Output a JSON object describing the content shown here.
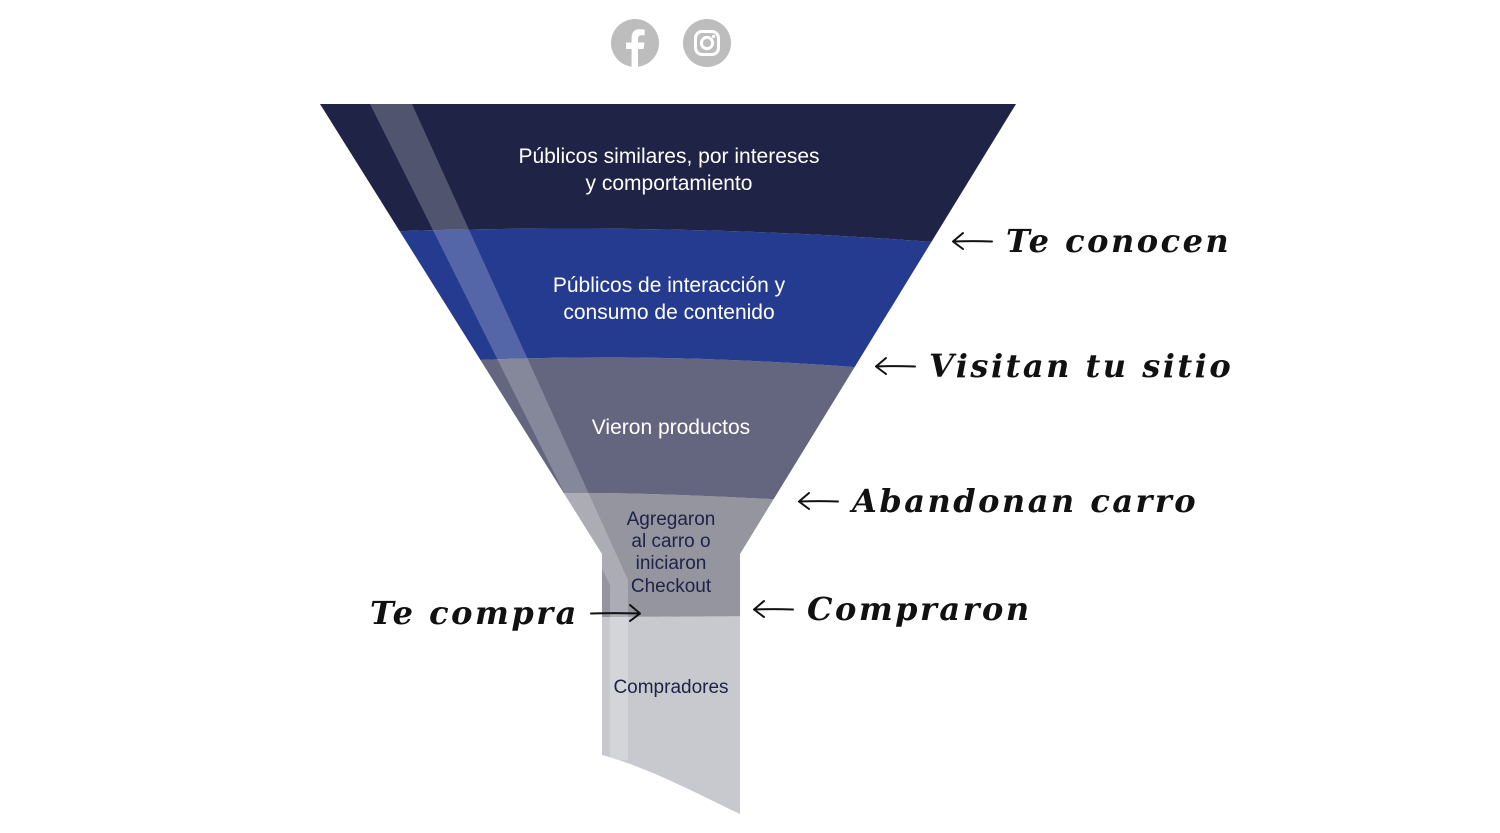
{
  "icons": {
    "social": [
      "facebook-icon",
      "instagram-icon"
    ]
  },
  "colors": {
    "stage1": "#1f2447",
    "stage2": "#253b8f",
    "stage3": "#63667e",
    "stage4": "#94959f",
    "stage5": "#c8c9ce",
    "icon_gray": "#bdbdbd"
  },
  "funnel": {
    "stages": [
      {
        "lines": [
          "Públicos similares, por intereses",
          "y comportamiento"
        ]
      },
      {
        "lines": [
          "Públicos de interacción y",
          "consumo de contenido"
        ]
      },
      {
        "lines": [
          "Vieron productos"
        ]
      },
      {
        "lines": [
          "Agregaron",
          "al carro o",
          "iniciaron",
          "Checkout"
        ]
      },
      {
        "lines": [
          "Compradores"
        ]
      }
    ]
  },
  "annotations": {
    "te_conocen": "Te conocen",
    "visitan_tu_sitio": "Visitan tu sitio",
    "abandonan_carro": "Abandonan carro",
    "compraron": "Compraron",
    "te_compra": "Te compra"
  }
}
